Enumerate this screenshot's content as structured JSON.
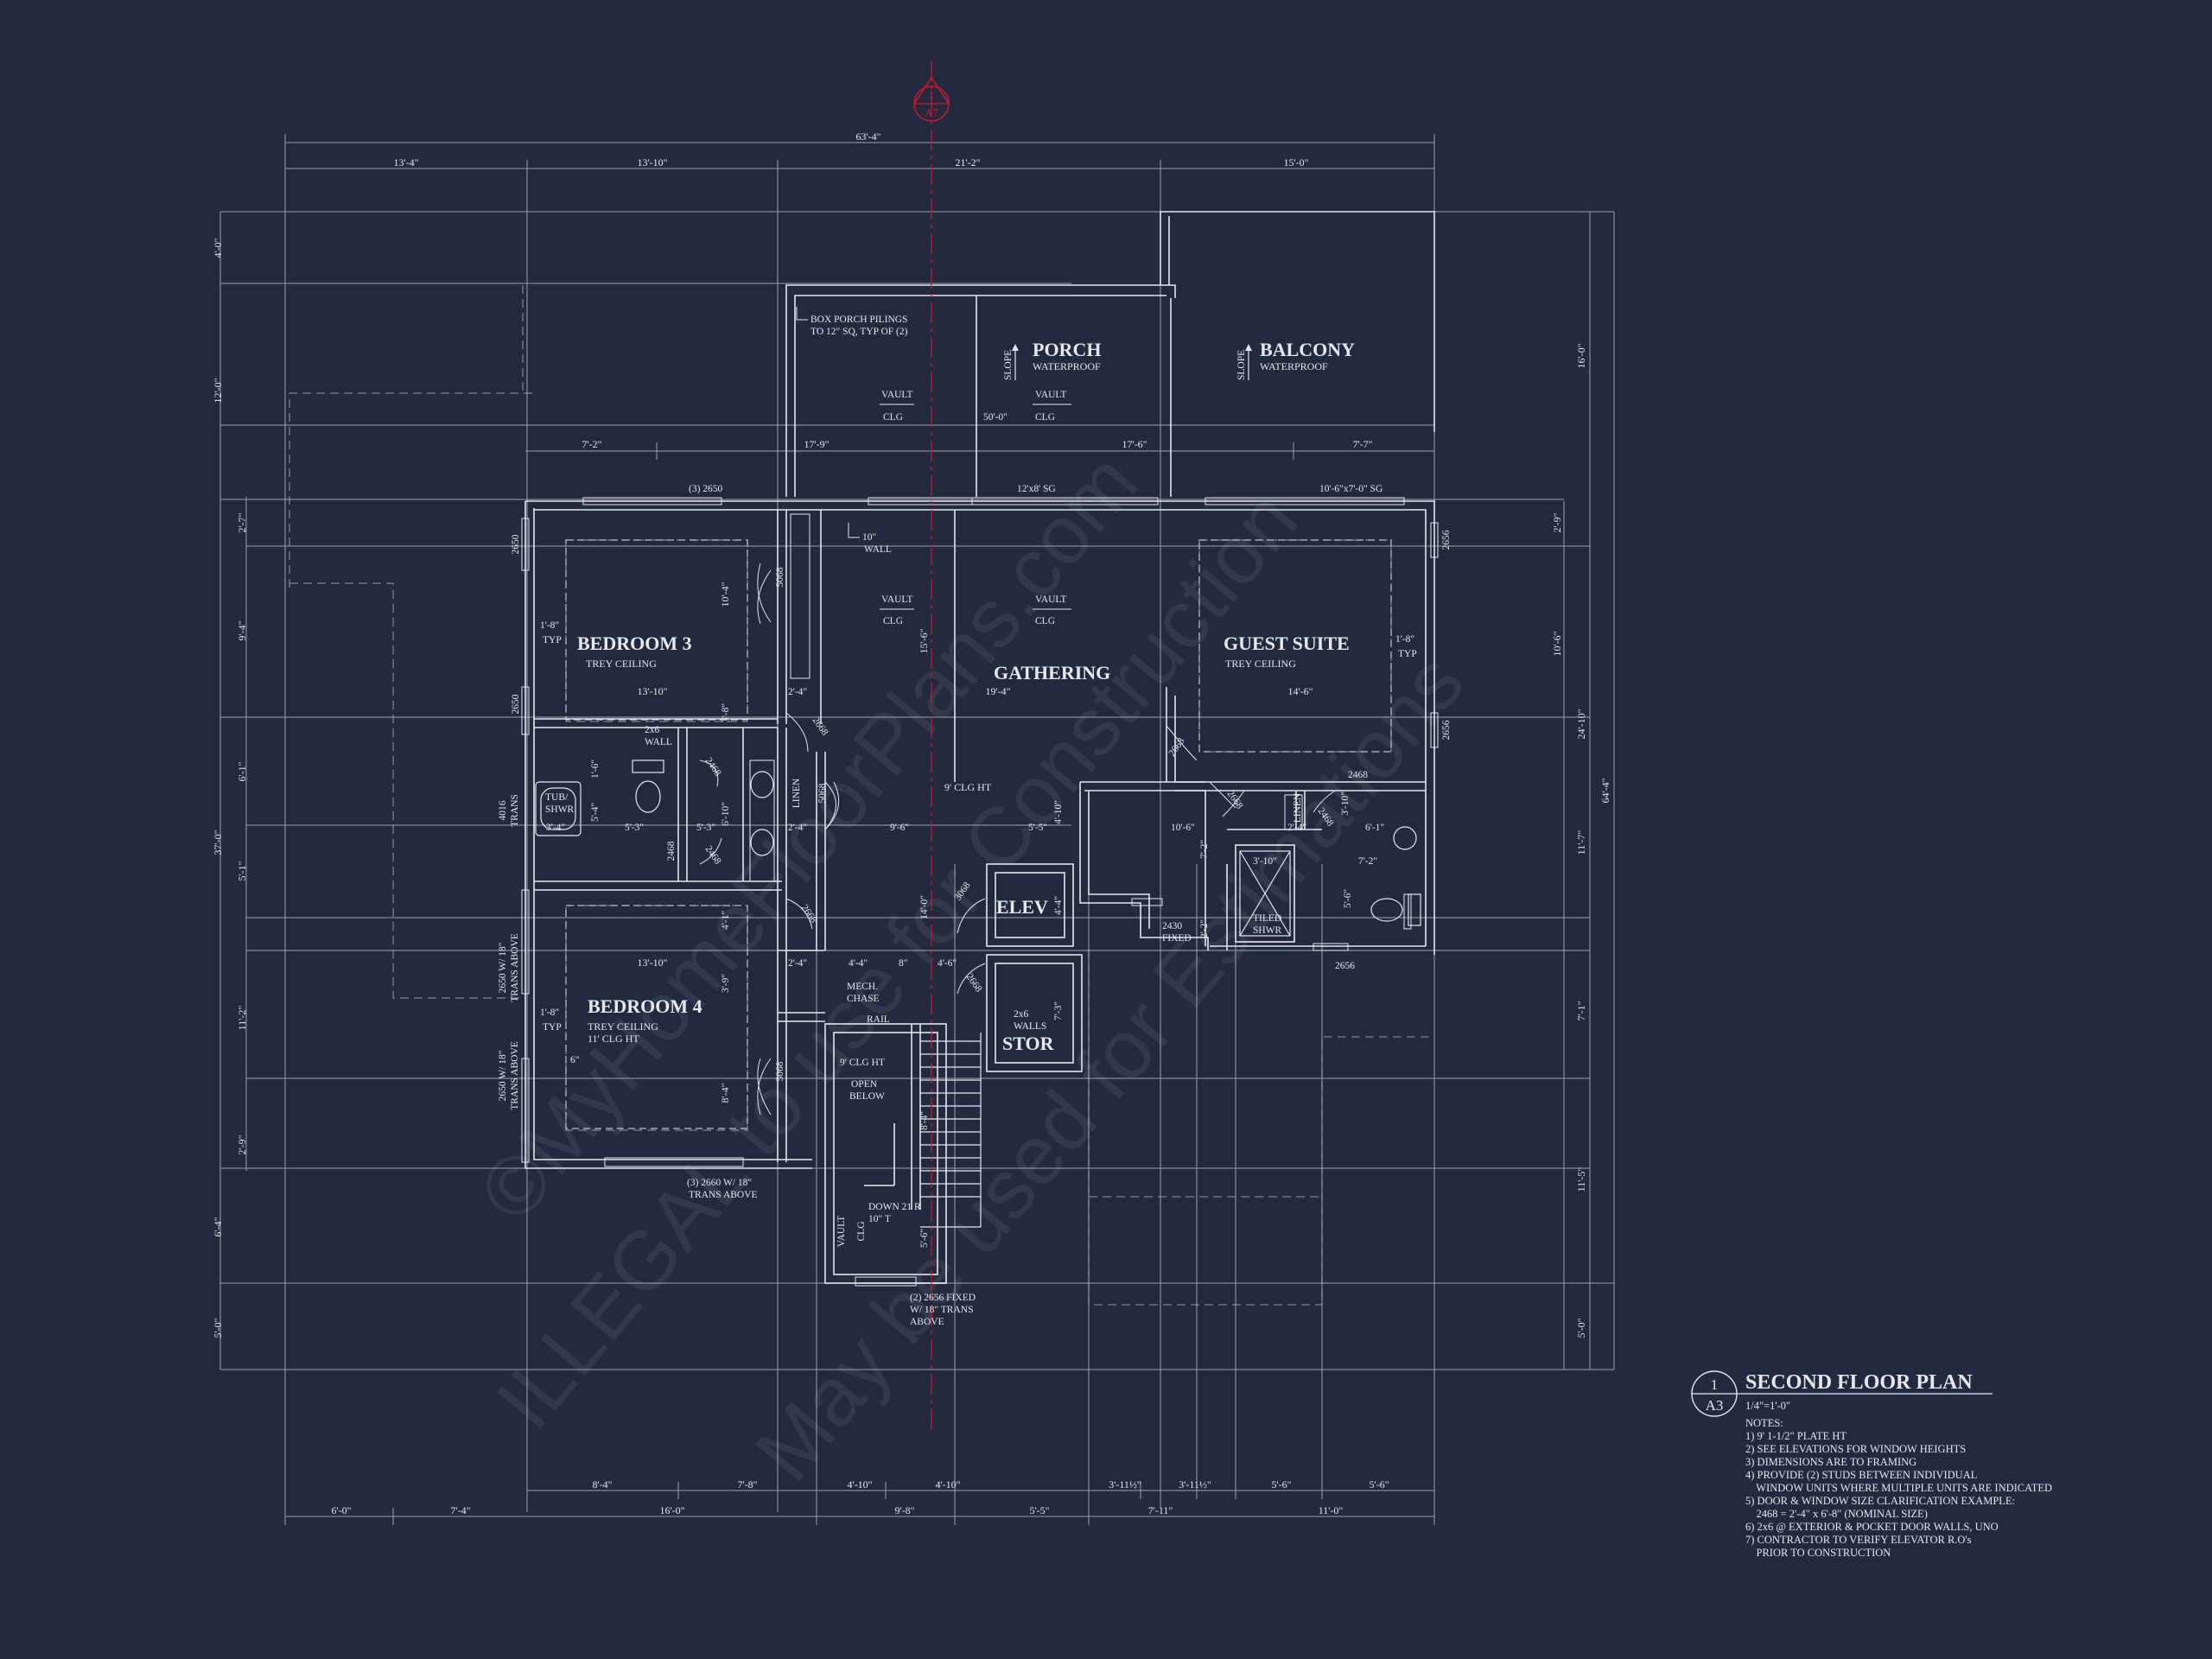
{
  "colors": {
    "background": "#232a40",
    "linework": "#dcdfe8",
    "section_marker": "#d01a2a"
  },
  "section_marker": {
    "number": "1",
    "sheet": "A7"
  },
  "dims_top": {
    "overall": "63'-4\"",
    "d1": "13'-4\"",
    "d2": "13'-10\"",
    "d3": "21'-2\"",
    "d4": "15'-0\""
  },
  "dims_second": {
    "d1": "7'-2\"",
    "d2": "17'-9\"",
    "d3": "17'-6\"",
    "d4": "7'-7\""
  },
  "dims_left": {
    "d1": "4'-0\"",
    "d2": "12'-0\"",
    "d3": "2'-7\"",
    "d4": "9'-4\"",
    "d5": "6'-1\"",
    "d6": "37'-0\"",
    "d7": "5'-1\"",
    "d8": "11'-2\"",
    "d9": "2'-9\"",
    "d10": "6'-4\"",
    "d11": "5'-0\""
  },
  "dims_right": {
    "d1": "16'-0\"",
    "d2": "2'-9\"",
    "d3": "10'-6\"",
    "d4": "24'-10\"",
    "d5": "64'-4\"",
    "d6": "11'-7\"",
    "d7": "7'-1\"",
    "d8": "11'-5\"",
    "d9": "5'-0\""
  },
  "dims_bottom1": {
    "d1": "8'-4\"",
    "d2": "7'-8\"",
    "d3": "4'-10\"",
    "d4": "4'-10\"",
    "d5": "3'-11½\"",
    "d6": "3'-11½\"",
    "d7": "5'-6\"",
    "d8": "5'-6\""
  },
  "dims_bottom2": {
    "d1": "6'-0\"",
    "d2": "7'-4\"",
    "d3": "16'-0\"",
    "d4": "9'-8\"",
    "d5": "5'-5\"",
    "d6": "7'-11\"",
    "d7": "11'-0\""
  },
  "rooms": {
    "porch": {
      "name": "PORCH",
      "note": "WATERPROOF",
      "slope": "SLOPE"
    },
    "balcony": {
      "name": "BALCONY",
      "note": "WATERPROOF",
      "slope": "SLOPE"
    },
    "bedroom3": {
      "name": "BEDROOM 3",
      "note": "TREY CEILING",
      "width": "13'-10\"",
      "depth": "10'-4\""
    },
    "bedroom4": {
      "name": "BEDROOM 4",
      "note1": "TREY CEILING",
      "note2": "11' CLG HT",
      "width": "13'-10\"",
      "depth": "8'-4\""
    },
    "gathering": {
      "name": "GATHERING",
      "width": "19'-4\"",
      "depth": "15'-6\"",
      "clg": "9' CLG HT"
    },
    "guest": {
      "name": "GUEST SUITE",
      "note": "TREY CEILING",
      "width": "14'-6\""
    },
    "elev": {
      "name": "ELEV"
    },
    "stor": {
      "name": "STOR"
    }
  },
  "labels": {
    "box_porch1": "BOX PORCH PILINGS",
    "box_porch2": "TO 12\" SQ, TYP OF (2)",
    "vault": "VAULT",
    "clg": "CLG",
    "porch_width": "50'-0\"",
    "win_2650x3": "(3) 2650",
    "win_12x8": "12'x8' SG",
    "win_10x7": "10'-6\"x7'-0\" SG",
    "wall10_1": "10\"",
    "wall10_2": "WALL",
    "typ": "TYP",
    "d1_8": "1'-8\"",
    "w2650": "2650",
    "w2656": "2656",
    "w5068": "5068",
    "w2668": "2668",
    "w2468": "2468",
    "w3068": "3068",
    "wall2x6_1": "2x6",
    "wall2x6_2": "WALL",
    "tub1": "TUB/",
    "tub2": "SHWR",
    "w4016a": "4016",
    "w4016b": "TRANS",
    "linen": "LINEN",
    "d2_4": "2'-4\"",
    "d3_4": "3'-4\"",
    "d5_3": "5'-3\"",
    "d5_4": "5'-4\"",
    "d6_10": "6'-10\"",
    "d3_8": "3'-8\"",
    "d1_6": "1'-6\"",
    "d9_6": "9'-6\"",
    "d5_5": "5'-5\"",
    "d4_10": "4'-10\"",
    "d14_0": "14'-0\"",
    "d4_4": "4'-4\"",
    "d4_1": "4'-1\"",
    "d10_6": "10'-6\"",
    "d7_2": "7'-2\"",
    "d3_10": "3'-10\"",
    "d6_1": "6'-1\"",
    "d2_2": "2'-2\"",
    "d5_6": "5'-6\"",
    "w2430a": "2430",
    "w2430b": "FIXED",
    "tiled1": "TILED",
    "tiled2": "SHWR",
    "w2650t1": "2650 W/ 18\"",
    "w2650t2": "TRANS ABOVE",
    "mech1": "MECH.",
    "mech2": "CHASE",
    "d4_4b": "4'-4\"",
    "d8in": "8\"",
    "d4_6": "4'-6\"",
    "d3_9": "3'-9\"",
    "d7_3": "7'-3\"",
    "walls2x6_1": "2x6",
    "walls2x6_2": "WALLS",
    "rail": "RAIL",
    "clg9": "9' CLG HT",
    "open1": "OPEN",
    "open2": "BELOW",
    "d8_4": "8'-4\"",
    "d6in": "6\"",
    "down1": "DOWN 21 R",
    "down2": "10\" T",
    "d5_6b": "5'-6\"",
    "w2660a": "(3) 2660 W/ 18\"",
    "w2660b": "TRANS ABOVE",
    "w2656a": "(2) 2656 FIXED",
    "w2656b": "W/ 18\" TRANS",
    "w2656c": "ABOVE"
  },
  "watermark": {
    "line1": "©MyHomeFloorPlans.com",
    "line2": "ILLEGAL to use for Construction",
    "line3": "May be used for Estimations"
  },
  "title_block": {
    "number": "1",
    "sheet": "A3",
    "title": "SECOND FLOOR PLAN",
    "scale": "1/4\"=1'-0\"",
    "notes_heading": "NOTES:",
    "notes": [
      "1) 9' 1-1/2\" PLATE HT",
      "2) SEE ELEVATIONS FOR WINDOW HEIGHTS",
      "3) DIMENSIONS ARE TO FRAMING",
      "4) PROVIDE (2) STUDS BETWEEN INDIVIDUAL",
      "    WINDOW UNITS WHERE MULTIPLE UNITS ARE INDICATED",
      "5) DOOR & WINDOW SIZE CLARIFICATION EXAMPLE:",
      "    2468 = 2'-4\" x 6'-8\" (NOMINAL SIZE)",
      "6) 2x6 @ EXTERIOR & POCKET DOOR WALLS, UNO",
      "7) CONTRACTOR TO VERIFY ELEVATOR R.O's",
      "    PRIOR TO CONSTRUCTION"
    ]
  }
}
